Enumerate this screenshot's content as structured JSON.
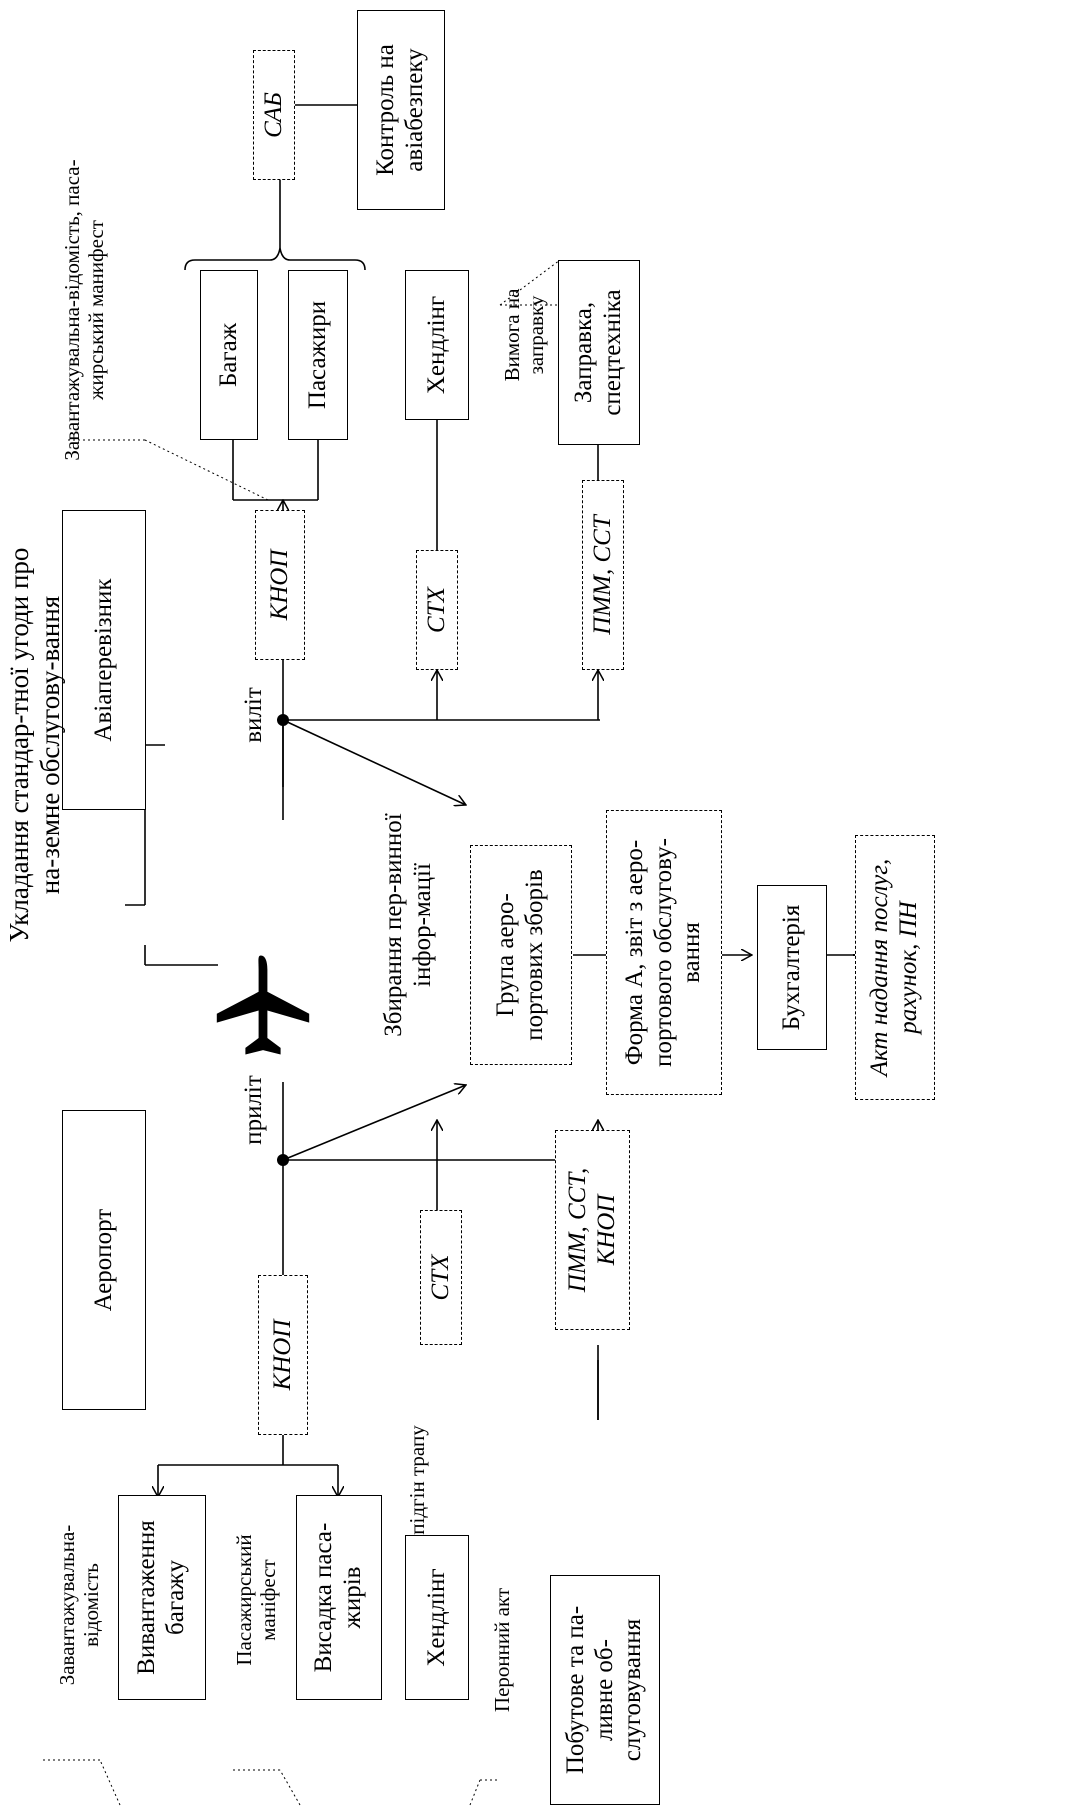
{
  "boxes": {
    "aviapereviznyk": "Авіаперевізник",
    "aeroport": "Аеропорт",
    "kontrol": "Контроль на авіабезпеку",
    "sab": "САБ",
    "bagazh": "Багаж",
    "pasazhyry": "Пасажири",
    "knop_top": "КНОП",
    "khendling_top": "Хендлінг",
    "ctx_top": "СТХ",
    "zapravka": "Заправка, спецтехніка",
    "pmm_top": "ПММ, ССТ",
    "grupa": "Група аеро-портових зборів",
    "forma": "Форма А, звіт з аеро-портового обслугову-вання",
    "bukhgalteria": "Бухгалтерія",
    "akt": "Акт надання послуг, рахунок, ПН",
    "knop_bottom": "КНОП",
    "ctx_bottom": "СТХ",
    "pmm_bottom": "ПММ, ССТ, КНОП",
    "vyvantazhennia": "Вивантаження багажу",
    "vysadka": "Висадка паса-жирів",
    "khendling_bottom": "Хендлінг",
    "pobutove": "Побутове та па-ливне об-слуговування"
  },
  "labels": {
    "ukladannia": "Укладання стандар-тної угоди про на-земне обслугову-вання",
    "vylit": "виліт",
    "prylit": "приліт",
    "zbyrannia": "Збирання пер-винної інфор-мації",
    "zavantazh_top": "Завантажувальна-відомість, паса-жирський манифест",
    "vymoga": "Вимога на заправку",
    "zavantazh_bottom": "Завантажувальна-відомість",
    "pas_manifest": "Пасажирський маніфест",
    "pidgin": "підгін трапу",
    "peronnyi": "Перонний акт"
  },
  "icons": {
    "plane": "airplane-icon"
  }
}
